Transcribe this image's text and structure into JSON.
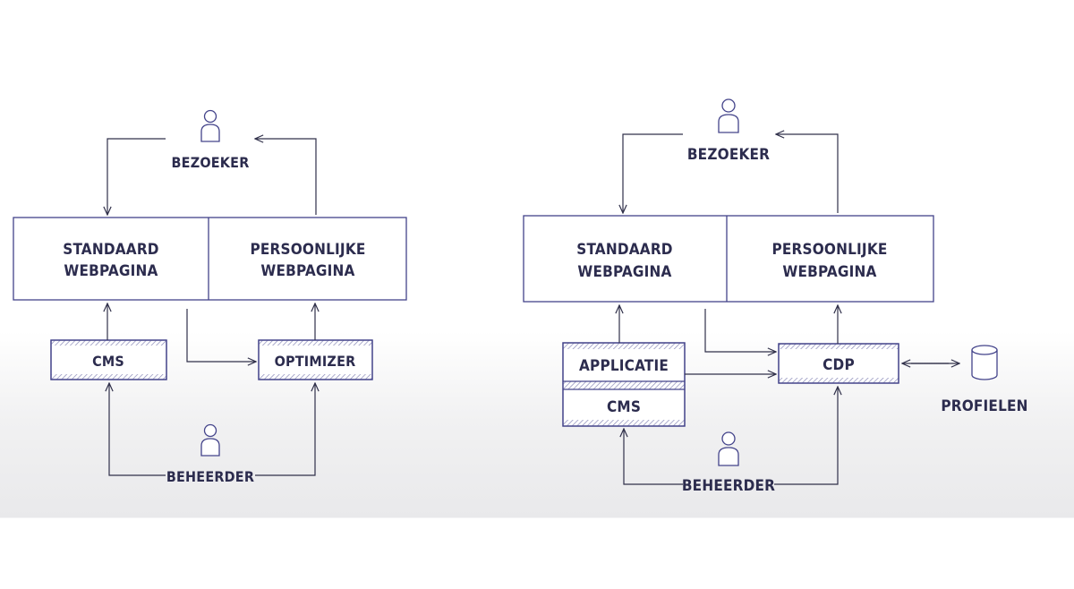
{
  "diagram_left": {
    "visitor_label": "BEZOEKER",
    "standard_page_line1": "STANDAARD",
    "standard_page_line2": "WEBPAGINA",
    "personal_page_line1": "PERSOONLIJKE",
    "personal_page_line2": "WEBPAGINA",
    "cms_label": "CMS",
    "optimizer_label": "OPTIMIZER",
    "admin_label": "BEHEERDER"
  },
  "diagram_right": {
    "visitor_label": "BEZOEKER",
    "standard_page_line1": "STANDAARD",
    "standard_page_line2": "WEBPAGINA",
    "personal_page_line1": "PERSOONLIJKE",
    "personal_page_line2": "WEBPAGINA",
    "application_label": "APPLICATIE",
    "cms_label": "CMS",
    "cdp_label": "CDP",
    "profiles_label": "PROFIELEN",
    "admin_label": "BEHEERDER"
  },
  "colors": {
    "box_stroke": "#43438a",
    "text": "#2c2c4e",
    "connector": "#30304a"
  }
}
